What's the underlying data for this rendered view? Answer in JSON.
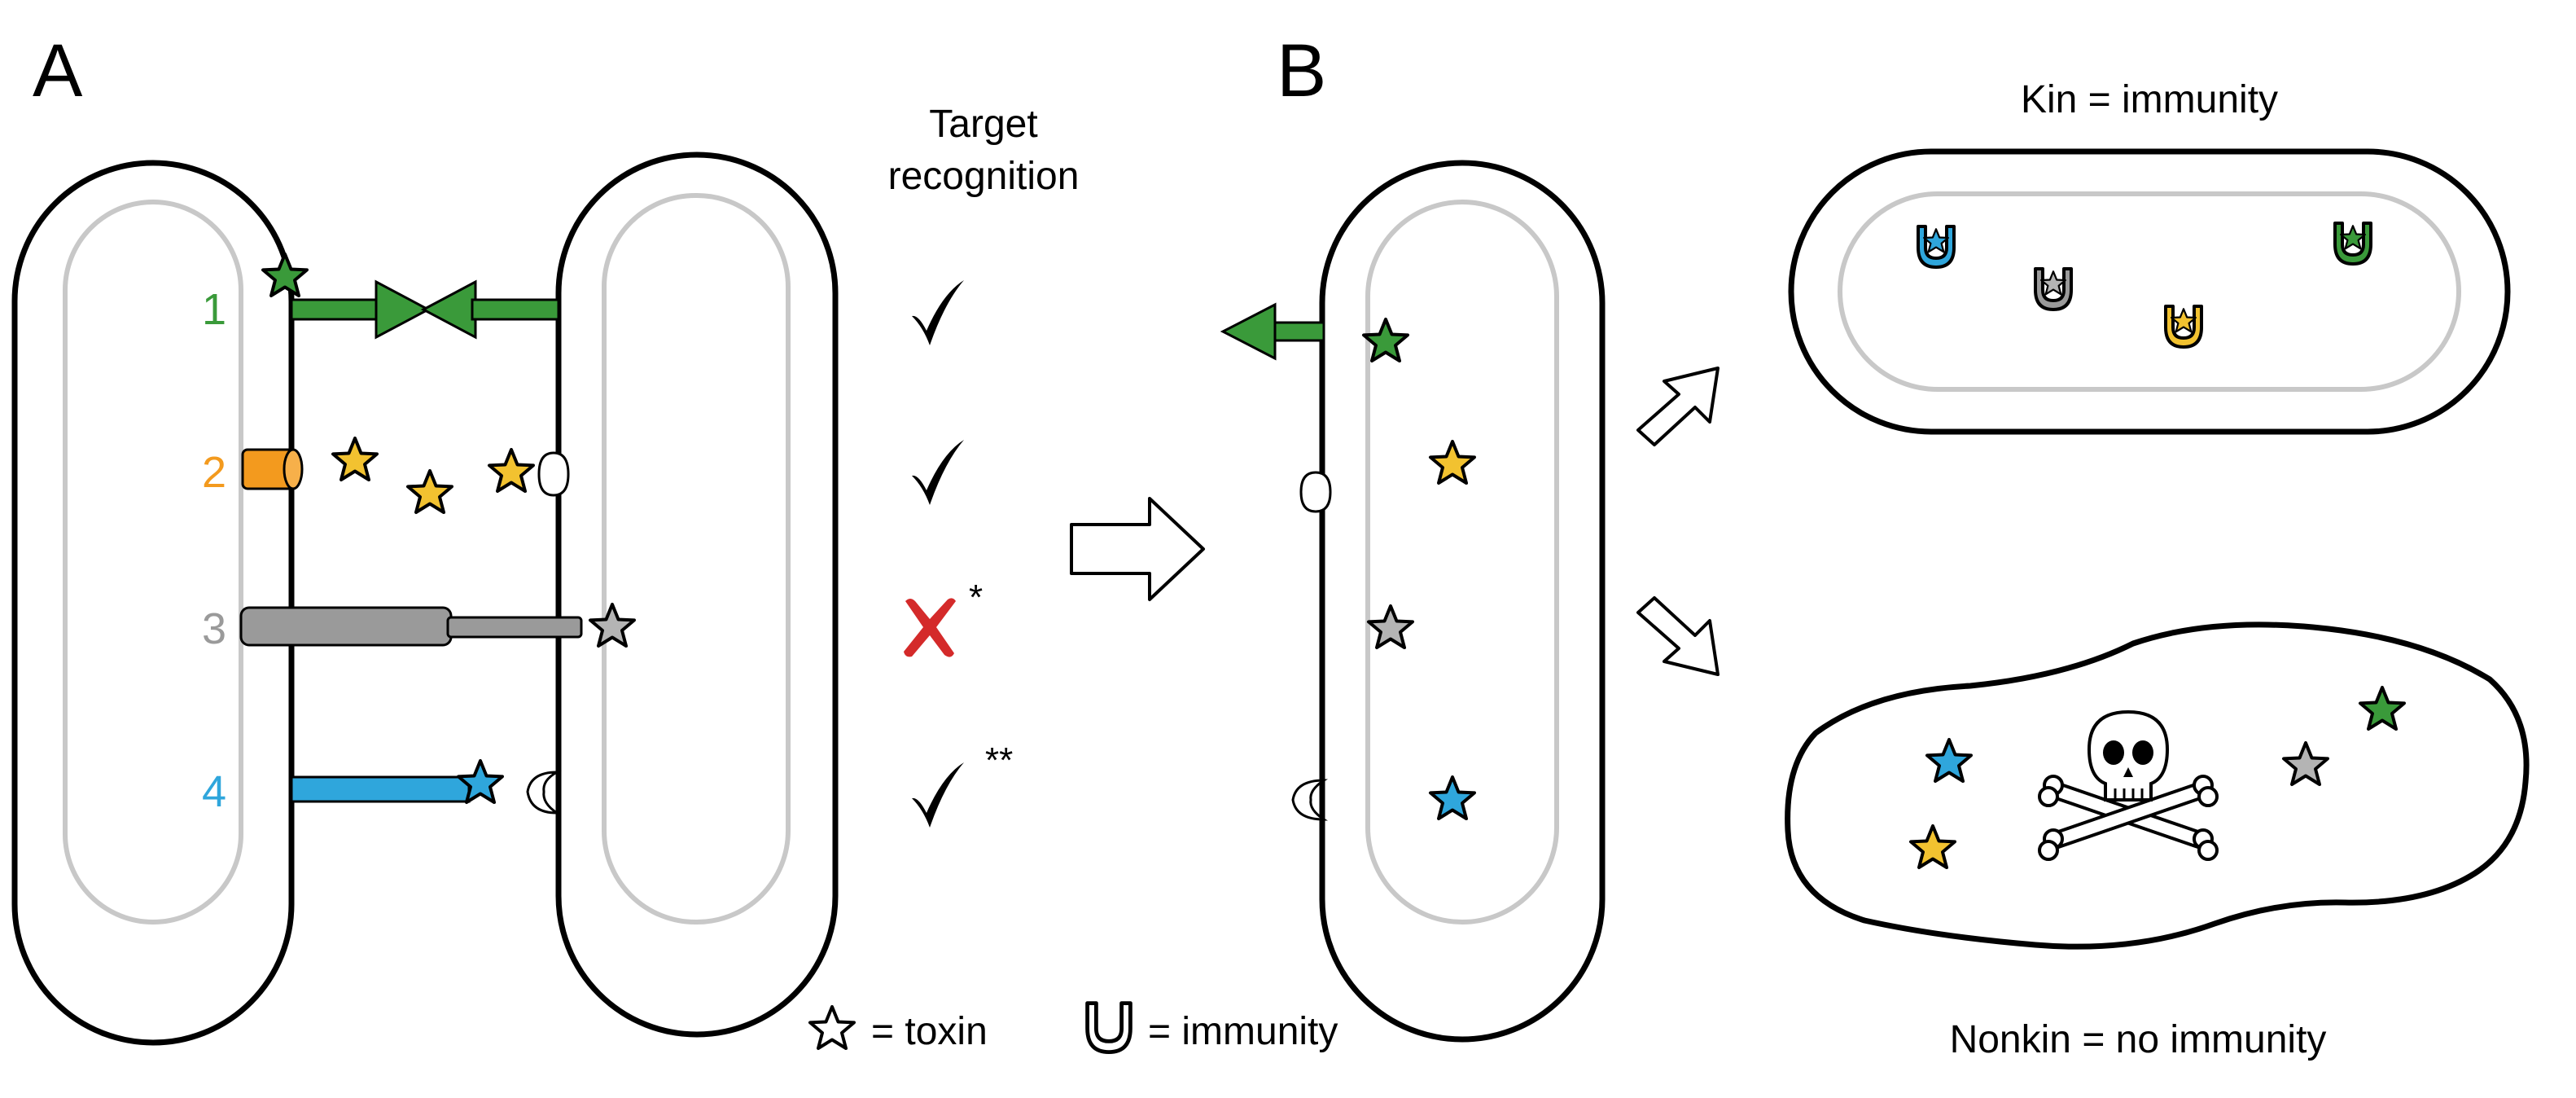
{
  "panels": {
    "a_label": "A",
    "b_label": "B"
  },
  "panel_a": {
    "header_line1": "Target",
    "header_line2": "recognition",
    "rows": [
      {
        "number": "1",
        "color": "#3a9a3a",
        "recognition": "check",
        "note": ""
      },
      {
        "number": "2",
        "color": "#f39a1e",
        "recognition": "check",
        "note": ""
      },
      {
        "number": "3",
        "color": "#9a9a9a",
        "recognition": "cross",
        "note": "*"
      },
      {
        "number": "4",
        "color": "#2fa6dc",
        "recognition": "check",
        "note": "**"
      }
    ]
  },
  "panel_b": {
    "kin_label": "Kin = immunity",
    "nonkin_label": "Nonkin = no immunity"
  },
  "legend": {
    "toxin_label": "= toxin",
    "immunity_label": "= immunity"
  },
  "colors": {
    "green": "#3a9a3a",
    "orange": "#f39a1e",
    "gold": "#f2c230",
    "gray": "#9a9a9a",
    "blue": "#2fa6dc",
    "red": "#d42a2a",
    "outline": "#000000",
    "inner_membrane": "#c8c8c8"
  }
}
